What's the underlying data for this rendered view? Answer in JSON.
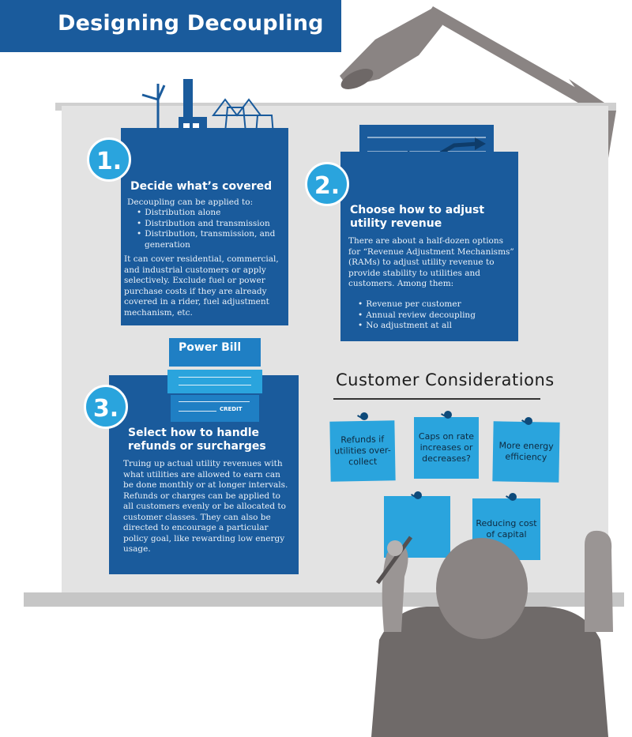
{
  "header": {
    "title": "Designing Decoupling"
  },
  "step1": {
    "number": "1.",
    "heading": "Decide what’s covered",
    "intro": "Decoupling can be applied to:",
    "items": [
      "Distribution alone",
      "Distribution and transmission",
      "Distribution, transmission, and generation"
    ],
    "body": "It can cover residential, commercial, and industrial customers or apply selectively. Exclude fuel or power purchase costs if they are already covered in a rider, fuel adjustment mechanism, etc."
  },
  "step2": {
    "number": "2.",
    "heading": "Choose how to adjust utility revenue",
    "body": "There are about a half-dozen options for “Revenue Adjustment Mechanisms” (RAMs) to adjust utility revenue to provide stability to utilities and customers. Among them:",
    "items": [
      "Revenue per customer",
      "Annual review decoupling",
      "No adjustment at all"
    ]
  },
  "step3": {
    "number": "3.",
    "heading": "Select how to handle refunds or surcharges",
    "body": "Truing up actual utility revenues with what utilities are allowed to earn can be done monthly or at longer intervals. Refunds or charges can be applied to all customers evenly or be allocated to customer classes. They can also be directed to encourage a particular policy goal, like rewarding low energy usage."
  },
  "bill": {
    "title": "Power Bill",
    "credit": "CREDIT"
  },
  "considerations": {
    "title": "Customer Considerations",
    "notes": [
      "Refunds if utilities over-collect",
      "Caps on rate increases or decreases?",
      "More energy efficiency",
      "",
      "Reducing cost of capital"
    ]
  },
  "colors": {
    "panel": "#1a5b9c",
    "accent": "#2aa4dd",
    "board": "#e3e3e3",
    "figure": "#8a8483"
  }
}
